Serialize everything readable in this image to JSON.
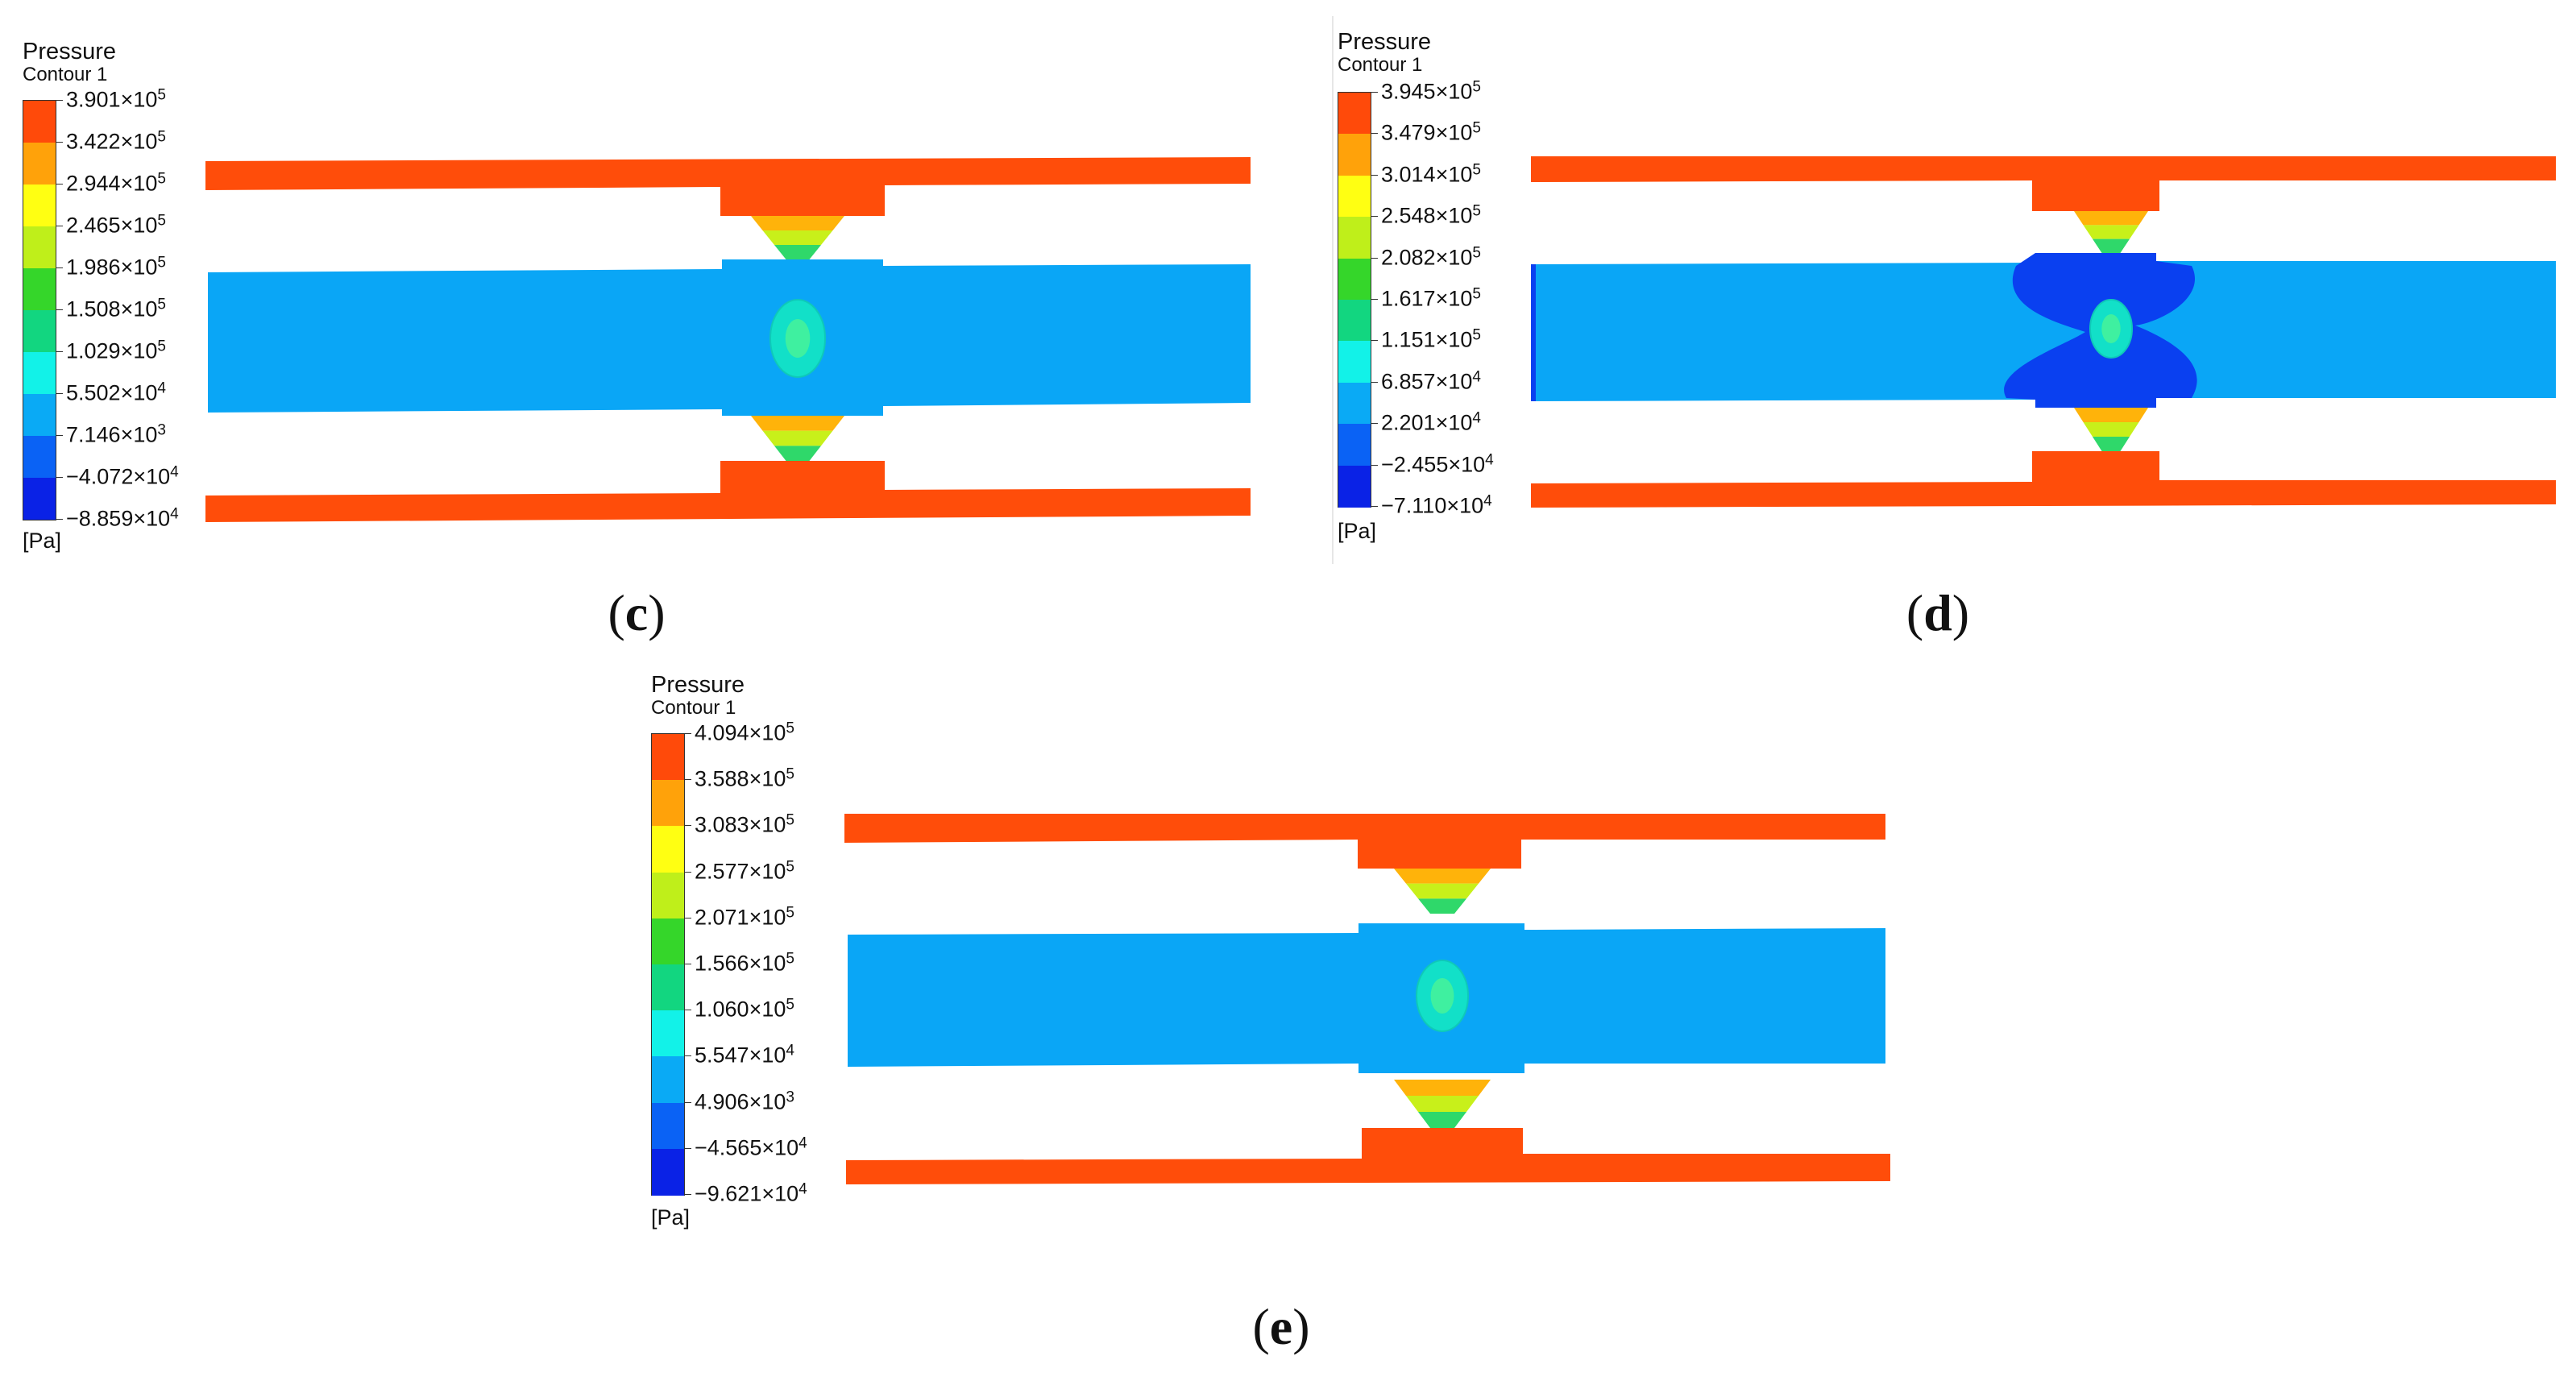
{
  "panels": [
    {
      "id": "c",
      "caption_open": "(",
      "caption_letter": "c",
      "caption_close": ")",
      "legend": {
        "title": "Pressure",
        "subtitle": "Contour 1",
        "unit": "[Pa]",
        "ticks": [
          {
            "mant": "3.901",
            "exp": "5"
          },
          {
            "mant": "3.422",
            "exp": "5"
          },
          {
            "mant": "2.944",
            "exp": "5"
          },
          {
            "mant": "2.465",
            "exp": "5"
          },
          {
            "mant": "1.986",
            "exp": "5"
          },
          {
            "mant": "1.508",
            "exp": "5"
          },
          {
            "mant": "1.029",
            "exp": "5"
          },
          {
            "mant": "5.502",
            "exp": "4"
          },
          {
            "mant": "7.146",
            "exp": "3"
          },
          {
            "mant": "−4.072",
            "exp": "4"
          },
          {
            "mant": "−8.859",
            "exp": "4"
          }
        ]
      }
    },
    {
      "id": "d",
      "caption_open": "(",
      "caption_letter": "d",
      "caption_close": ")",
      "legend": {
        "title": "Pressure",
        "subtitle": "Contour 1",
        "unit": "[Pa]",
        "ticks": [
          {
            "mant": "3.945",
            "exp": "5"
          },
          {
            "mant": "3.479",
            "exp": "5"
          },
          {
            "mant": "3.014",
            "exp": "5"
          },
          {
            "mant": "2.548",
            "exp": "5"
          },
          {
            "mant": "2.082",
            "exp": "5"
          },
          {
            "mant": "1.617",
            "exp": "5"
          },
          {
            "mant": "1.151",
            "exp": "5"
          },
          {
            "mant": "6.857",
            "exp": "4"
          },
          {
            "mant": "2.201",
            "exp": "4"
          },
          {
            "mant": "−2.455",
            "exp": "4"
          },
          {
            "mant": "−7.110",
            "exp": "4"
          }
        ]
      }
    },
    {
      "id": "e",
      "caption_open": "(",
      "caption_letter": "e",
      "caption_close": ")",
      "legend": {
        "title": "Pressure",
        "subtitle": "Contour 1",
        "unit": "[Pa]",
        "ticks": [
          {
            "mant": "4.094",
            "exp": "5"
          },
          {
            "mant": "3.588",
            "exp": "5"
          },
          {
            "mant": "3.083",
            "exp": "5"
          },
          {
            "mant": "2.577",
            "exp": "5"
          },
          {
            "mant": "2.071",
            "exp": "5"
          },
          {
            "mant": "1.566",
            "exp": "5"
          },
          {
            "mant": "1.060",
            "exp": "5"
          },
          {
            "mant": "5.547",
            "exp": "4"
          },
          {
            "mant": "4.906",
            "exp": "3"
          },
          {
            "mant": "−4.565",
            "exp": "4"
          },
          {
            "mant": "−9.621",
            "exp": "4"
          }
        ]
      }
    }
  ],
  "colors": {
    "legend_bands_top_to_bottom": [
      "#ff4a0a",
      "#ffa20a",
      "#ffff12",
      "#bfef1a",
      "#35d62a",
      "#12d680",
      "#12f2e8",
      "#0aaaf5",
      "#0a62f5",
      "#0a22e6"
    ],
    "plate": "#ff4d0a",
    "plate_edge": "#c43a08",
    "mid_layer": "#0aa6f6",
    "low_pressure": "#0a40f0",
    "contact_hi": "#ffb30a",
    "contact_mid": "#c8f01a",
    "contact_lo": "#2fd86a",
    "core": "#12e0c8"
  }
}
